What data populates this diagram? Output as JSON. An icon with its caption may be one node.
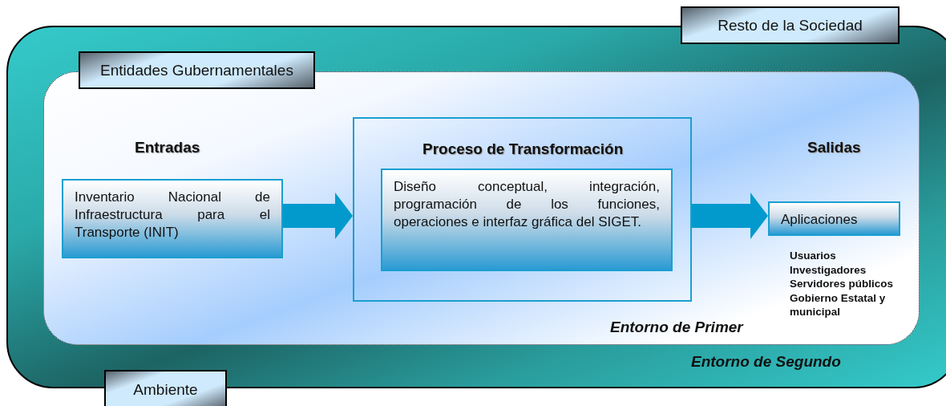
{
  "diagram": {
    "nodes": [
      {
        "text": [
          "Entorno de Segundo"
        ]
      },
      {
        "text": [
          "Resto de la Sociedad"
        ]
      },
      {
        "text": [
          "Entorno de Primer"
        ],
        "in": 0
      },
      {
        "text": [
          "Entidades Gubernamentales"
        ],
        "in": 0
      },
      {
        "text": [
          "Inventario Nacional de Infraestructura para el Transporte (INIT)"
        ],
        "in": 2
      },
      {
        "text": [
          "Proceso de Transformación"
        ],
        "in": 2
      },
      {
        "text": [
          "Diseño conceptual, integración, programación de los funciones, operaciones e interfaz gráfica del SIGET."
        ],
        "in": 5
      },
      {
        "text": [
          "Aplicaciones"
        ],
        "in": 2,
        "beside": [
          "Usuarios",
          "Investigadores",
          "Servidores públicos",
          "Gobierno Estatal y municipal"
        ]
      },
      {
        "text": [
          "Ambiente"
        ]
      }
    ],
    "edges": [
      {
        "from": 4,
        "to": 5,
        "arrow": "to",
        "style": "thick"
      },
      {
        "from": 5,
        "to": 7,
        "arrow": "to",
        "style": "thick"
      }
    ],
    "labels": [
      "Entradas",
      "Salidas"
    ]
  }
}
